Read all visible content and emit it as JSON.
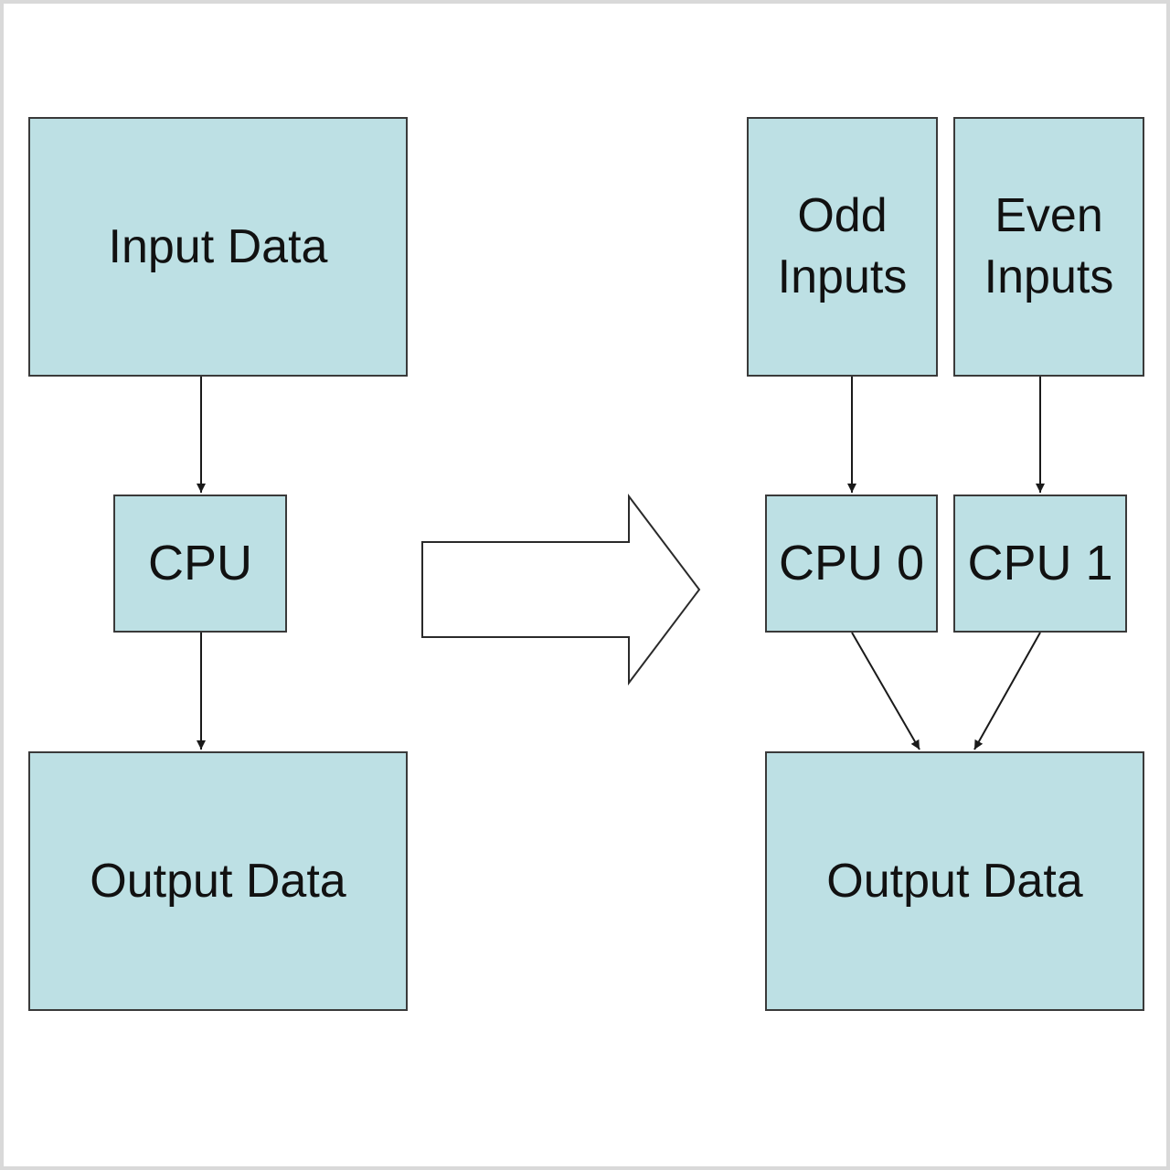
{
  "diagram": {
    "left": {
      "input_label": "Input Data",
      "cpu_label": "CPU",
      "output_label": "Output Data"
    },
    "right": {
      "odd_line1": "Odd",
      "odd_line2": "Inputs",
      "even_line1": "Even",
      "even_line2": "Inputs",
      "cpu0_label": "CPU 0",
      "cpu1_label": "CPU 1",
      "output_label": "Output Data"
    }
  },
  "colors": {
    "box_fill": "#bde0e4",
    "box_border": "#3a3a3a",
    "arrow": "#1a1a1a",
    "frame_border": "#d9d9d9"
  }
}
